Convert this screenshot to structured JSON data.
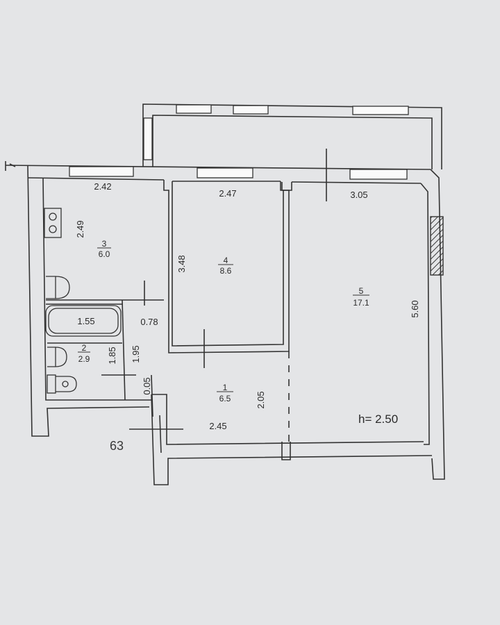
{
  "plan": {
    "rooms": [
      {
        "number": "1",
        "area": "6.5"
      },
      {
        "number": "2",
        "area": "2.9"
      },
      {
        "number": "3",
        "area": "6.0"
      },
      {
        "number": "4",
        "area": "8.6"
      },
      {
        "number": "5",
        "area": "17.1"
      }
    ],
    "dimensions": {
      "room3_width": "2.42",
      "room3_depth": "2.49",
      "room4_width": "2.47",
      "room4_depth": "3.48",
      "room5_width": "3.05",
      "room5_depth": "5.60",
      "bath_width": "1.55",
      "bath_depth": "1.85",
      "partition": "0.78",
      "corridor_depth": "1.95",
      "wall_gap": "0.05",
      "hall_depth": "2.05",
      "hall_width": "2.45"
    },
    "ceiling_height": "h= 2.50",
    "handwritten_note": "63"
  }
}
